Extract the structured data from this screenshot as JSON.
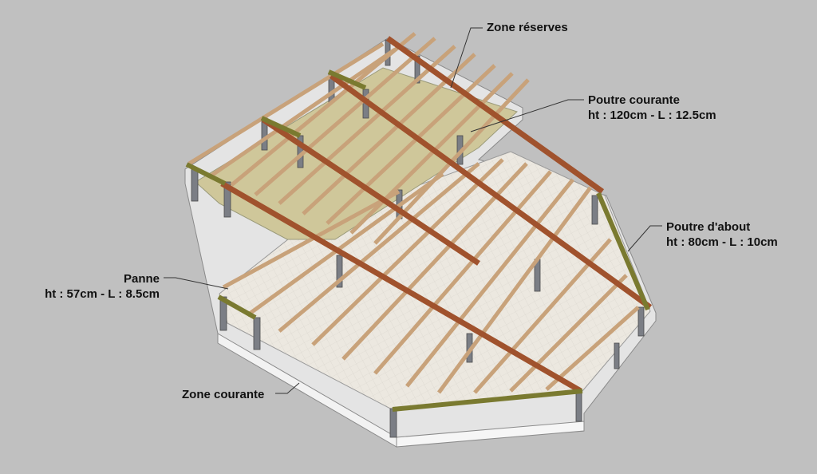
{
  "labels": {
    "zone_reserves": "Zone réserves",
    "poutre_courante": {
      "name": "Poutre courante",
      "dims": "ht : 120cm - L : 12.5cm"
    },
    "poutre_about": {
      "name": "Poutre d'about",
      "dims": "ht : 80cm - L : 10cm"
    },
    "panne": {
      "name": "Panne",
      "dims": "ht : 57cm - L : 8.5cm"
    },
    "zone_courante": "Zone courante"
  },
  "colors": {
    "background": "#c0c0c0",
    "poutre_courante": "#a0522d",
    "poutre_about": "#7a7a30",
    "panne": "#c8a27a",
    "floor_courante": "#ece8e0",
    "floor_reserves": "#cfc79a",
    "slab_edge": "#e6e6e6",
    "post": "#777a80"
  }
}
